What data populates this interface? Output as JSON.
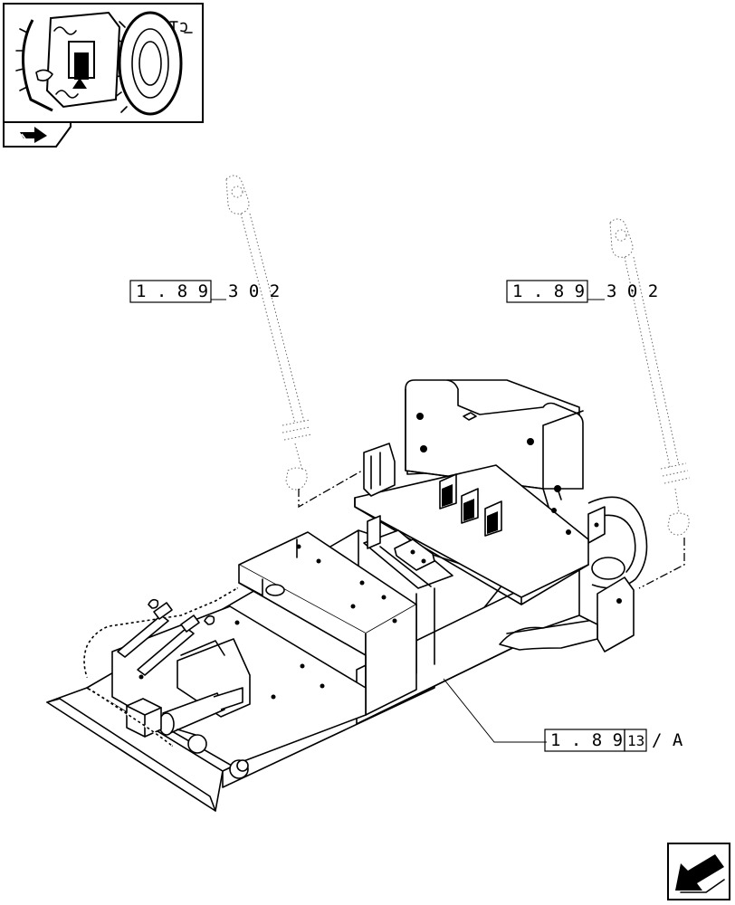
{
  "refs": {
    "left_strut": {
      "box": "1 . 8 9",
      "tail": "3 0 2"
    },
    "right_strut": {
      "box": "1 . 8 9",
      "tail": "3 0 2"
    },
    "frame": {
      "box": "1 . 8 9",
      "box2": "13",
      "tail": "/ A"
    }
  },
  "thumbnail": {
    "caption": ""
  },
  "icons": {
    "thumbnail_nav": "arrow-right-icon",
    "page_nav": "arrow-down-left-icon"
  }
}
